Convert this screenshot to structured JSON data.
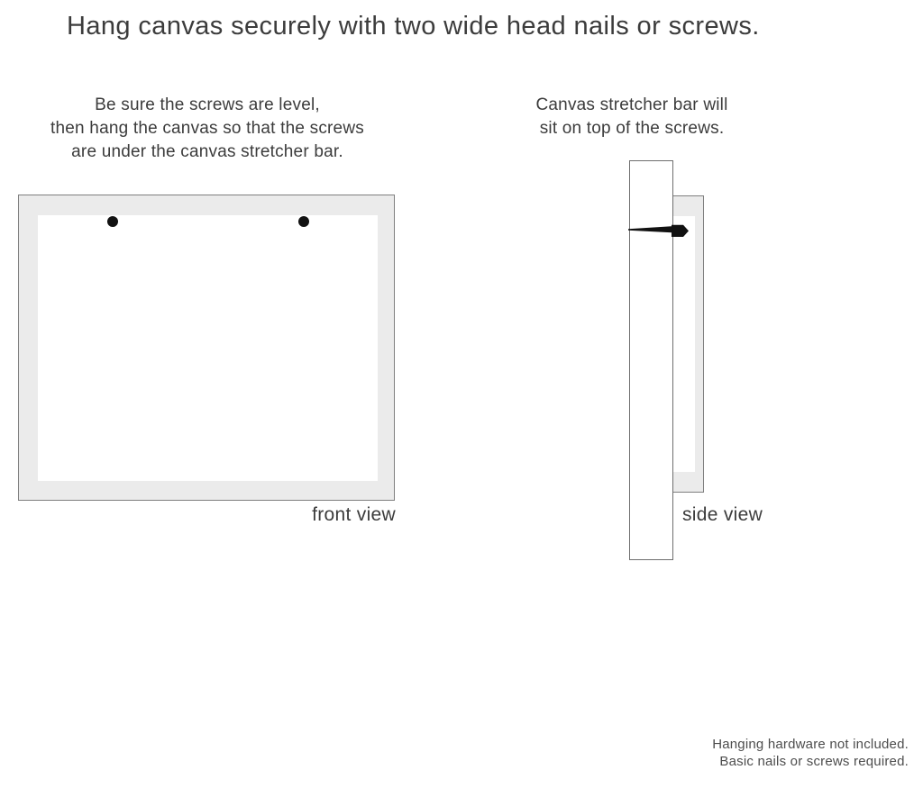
{
  "title": "Hang canvas securely with two wide head nails or screws.",
  "instructions": {
    "front": {
      "lines": [
        "Be sure the screws are level,",
        "then hang the canvas so that the screws",
        "are under the canvas stretcher bar."
      ]
    },
    "side": {
      "lines": [
        "Canvas stretcher bar will",
        "sit on top of the screws."
      ]
    }
  },
  "front_view": {
    "label": "front view",
    "nail_count": 2
  },
  "side_view": {
    "label": "side view",
    "nail_count": 1
  },
  "footnote": {
    "lines": [
      "Hanging hardware not included.",
      "Basic nails or screws required."
    ]
  },
  "colors": {
    "background": "#ffffff",
    "canvas_fill": "#ebebeb",
    "canvas_border": "#7f7f7f",
    "bar_border": "#6e6e6e",
    "nail_color": "#111111",
    "text_primary": "#3c3c3c",
    "text_secondary": "#4d4d4d"
  }
}
